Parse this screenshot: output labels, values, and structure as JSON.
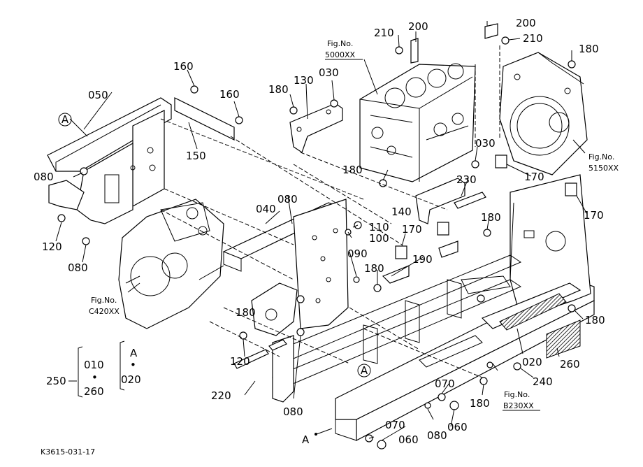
{
  "diagram": {
    "part_labels": [
      "050",
      "160",
      "160",
      "180",
      "130",
      "030",
      "210",
      "200",
      "200",
      "210",
      "180",
      "150",
      "080",
      "120",
      "080",
      "040",
      "080",
      "110",
      "100",
      "090",
      "170",
      "140",
      "180",
      "230",
      "030",
      "170",
      "170",
      "180",
      "190",
      "180",
      "180",
      "120",
      "220",
      "080",
      "070",
      "060",
      "070",
      "060",
      "080",
      "180",
      "240",
      "020",
      "260",
      "180"
    ],
    "fig_refs": {
      "f5000": {
        "line1": "Fig.No.",
        "line2": "5000XX"
      },
      "f5150": {
        "line1": "Fig.No.",
        "line2": "5150XX"
      },
      "fc420": {
        "line1": "Fig.No.",
        "line2": "C420XX"
      },
      "fb230": {
        "line1": "Fig.No.",
        "line2": "B230XX"
      }
    },
    "circle_marks": {
      "a1": "A",
      "a2": "A"
    },
    "plain_marks": {
      "a_bottom": "A"
    },
    "group_legend": {
      "left_number": "250",
      "left_top": "010",
      "left_dot": "•",
      "left_bottom": "260",
      "right_top": "A",
      "right_dot": "•",
      "right_bottom": "020"
    },
    "drawing_code": "K3615-031-17"
  }
}
